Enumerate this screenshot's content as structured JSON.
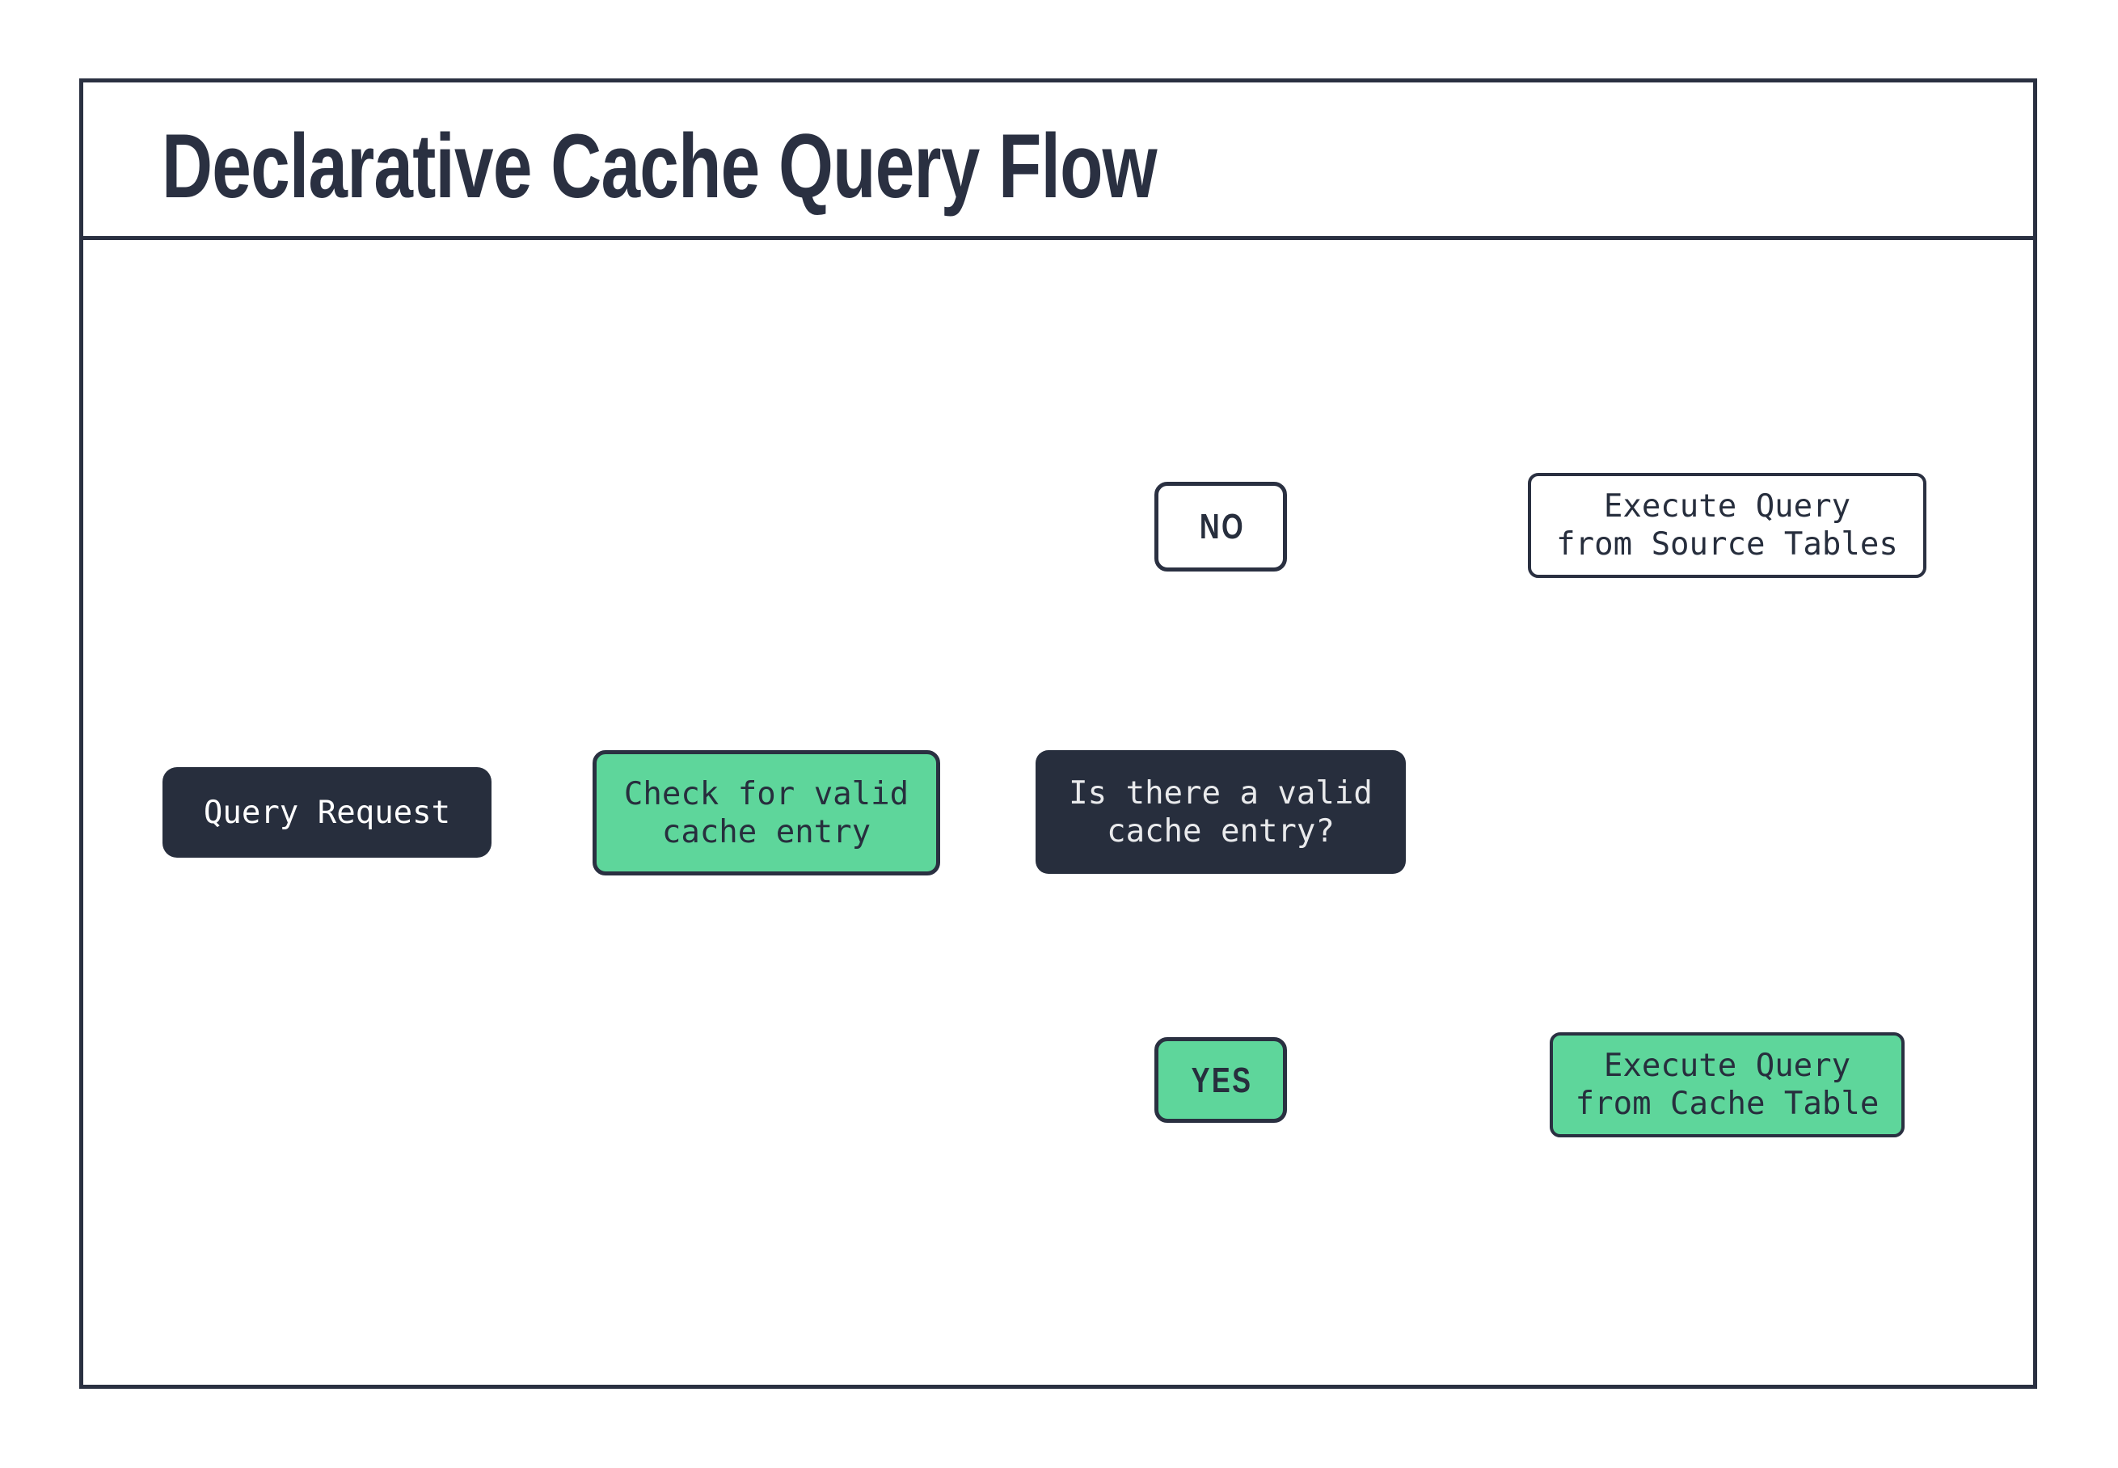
{
  "colors": {
    "ink": "#2A3041",
    "box-dark": "#272E3D",
    "green": "#5ED69B",
    "light-text": "#E9EAEC",
    "white": "#FFFFFF"
  },
  "header": {
    "title": "Declarative Cache Query Flow"
  },
  "nodes": {
    "query_request": {
      "label": "Query Request"
    },
    "check_cache": {
      "label": "Check for valid\ncache entry"
    },
    "decision": {
      "label": "Is there a valid\ncache entry?"
    },
    "no_branch": {
      "label": "NO"
    },
    "yes_branch": {
      "label": "YES"
    },
    "execute_source": {
      "label": "Execute Query\nfrom Source Tables"
    },
    "execute_cache": {
      "label": "Execute Query\nfrom Cache Table"
    }
  }
}
